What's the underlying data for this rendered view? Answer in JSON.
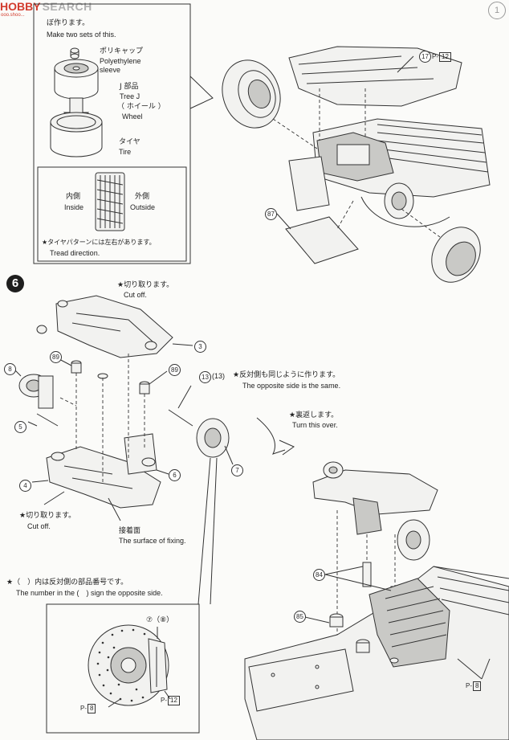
{
  "watermark": {
    "brand_a": "HOBBY",
    "brand_b": "SEARCH",
    "url": "ooo.shoo..."
  },
  "page_number": "1",
  "inset_top": {
    "header_jp": "ぼ作ります。",
    "header_en": "Make two sets of this.",
    "poly_jp": "ポリキャップ",
    "poly_en1": "Polyethylene",
    "poly_en2": "sleeve",
    "tree_jp": "J 部品",
    "tree_en": "Tree J",
    "wheel_jp": "（ ホイール ）",
    "wheel_en": "Wheel",
    "tire_jp": "タイヤ",
    "tire_en": "Tire",
    "inside_jp": "内側",
    "inside_en": "Inside",
    "outside_jp": "外側",
    "outside_en": "Outside",
    "tread_jp": "★タイヤパターンには左右があります。",
    "tread_en": "Tread direction."
  },
  "top_right": {
    "part17": "17",
    "p12": "12",
    "part87": "87"
  },
  "step6": {
    "number": "6",
    "cutoff_top_jp": "★切り取ります。",
    "cutoff_top_en": "Cut off.",
    "part3": "3",
    "part89a": "89",
    "part89b": "89",
    "part8": "8",
    "part5": "5",
    "part4": "4",
    "part6": "6",
    "part7": "7",
    "part13": "13",
    "part13b": "(13)",
    "opposite_jp": "★反対側も同じように作ります。",
    "opposite_en": "The opposite side is the same.",
    "turn_jp": "★裏返します。",
    "turn_en": "Turn this over.",
    "cutoff_bot_jp": "★切り取ります。",
    "cutoff_bot_en": "Cut off.",
    "fix_jp": "接着面",
    "fix_en": "The surface of fixing.",
    "note_jp": "★（　）内は反対側の部品番号です。",
    "note_en": "The number in the (　) sign the opposite side."
  },
  "inset_bottom": {
    "label": "⑦（⑧）",
    "p8": "8",
    "p12": "12"
  },
  "bottom_right": {
    "part84": "84",
    "part85": "85",
    "p8": "8"
  }
}
